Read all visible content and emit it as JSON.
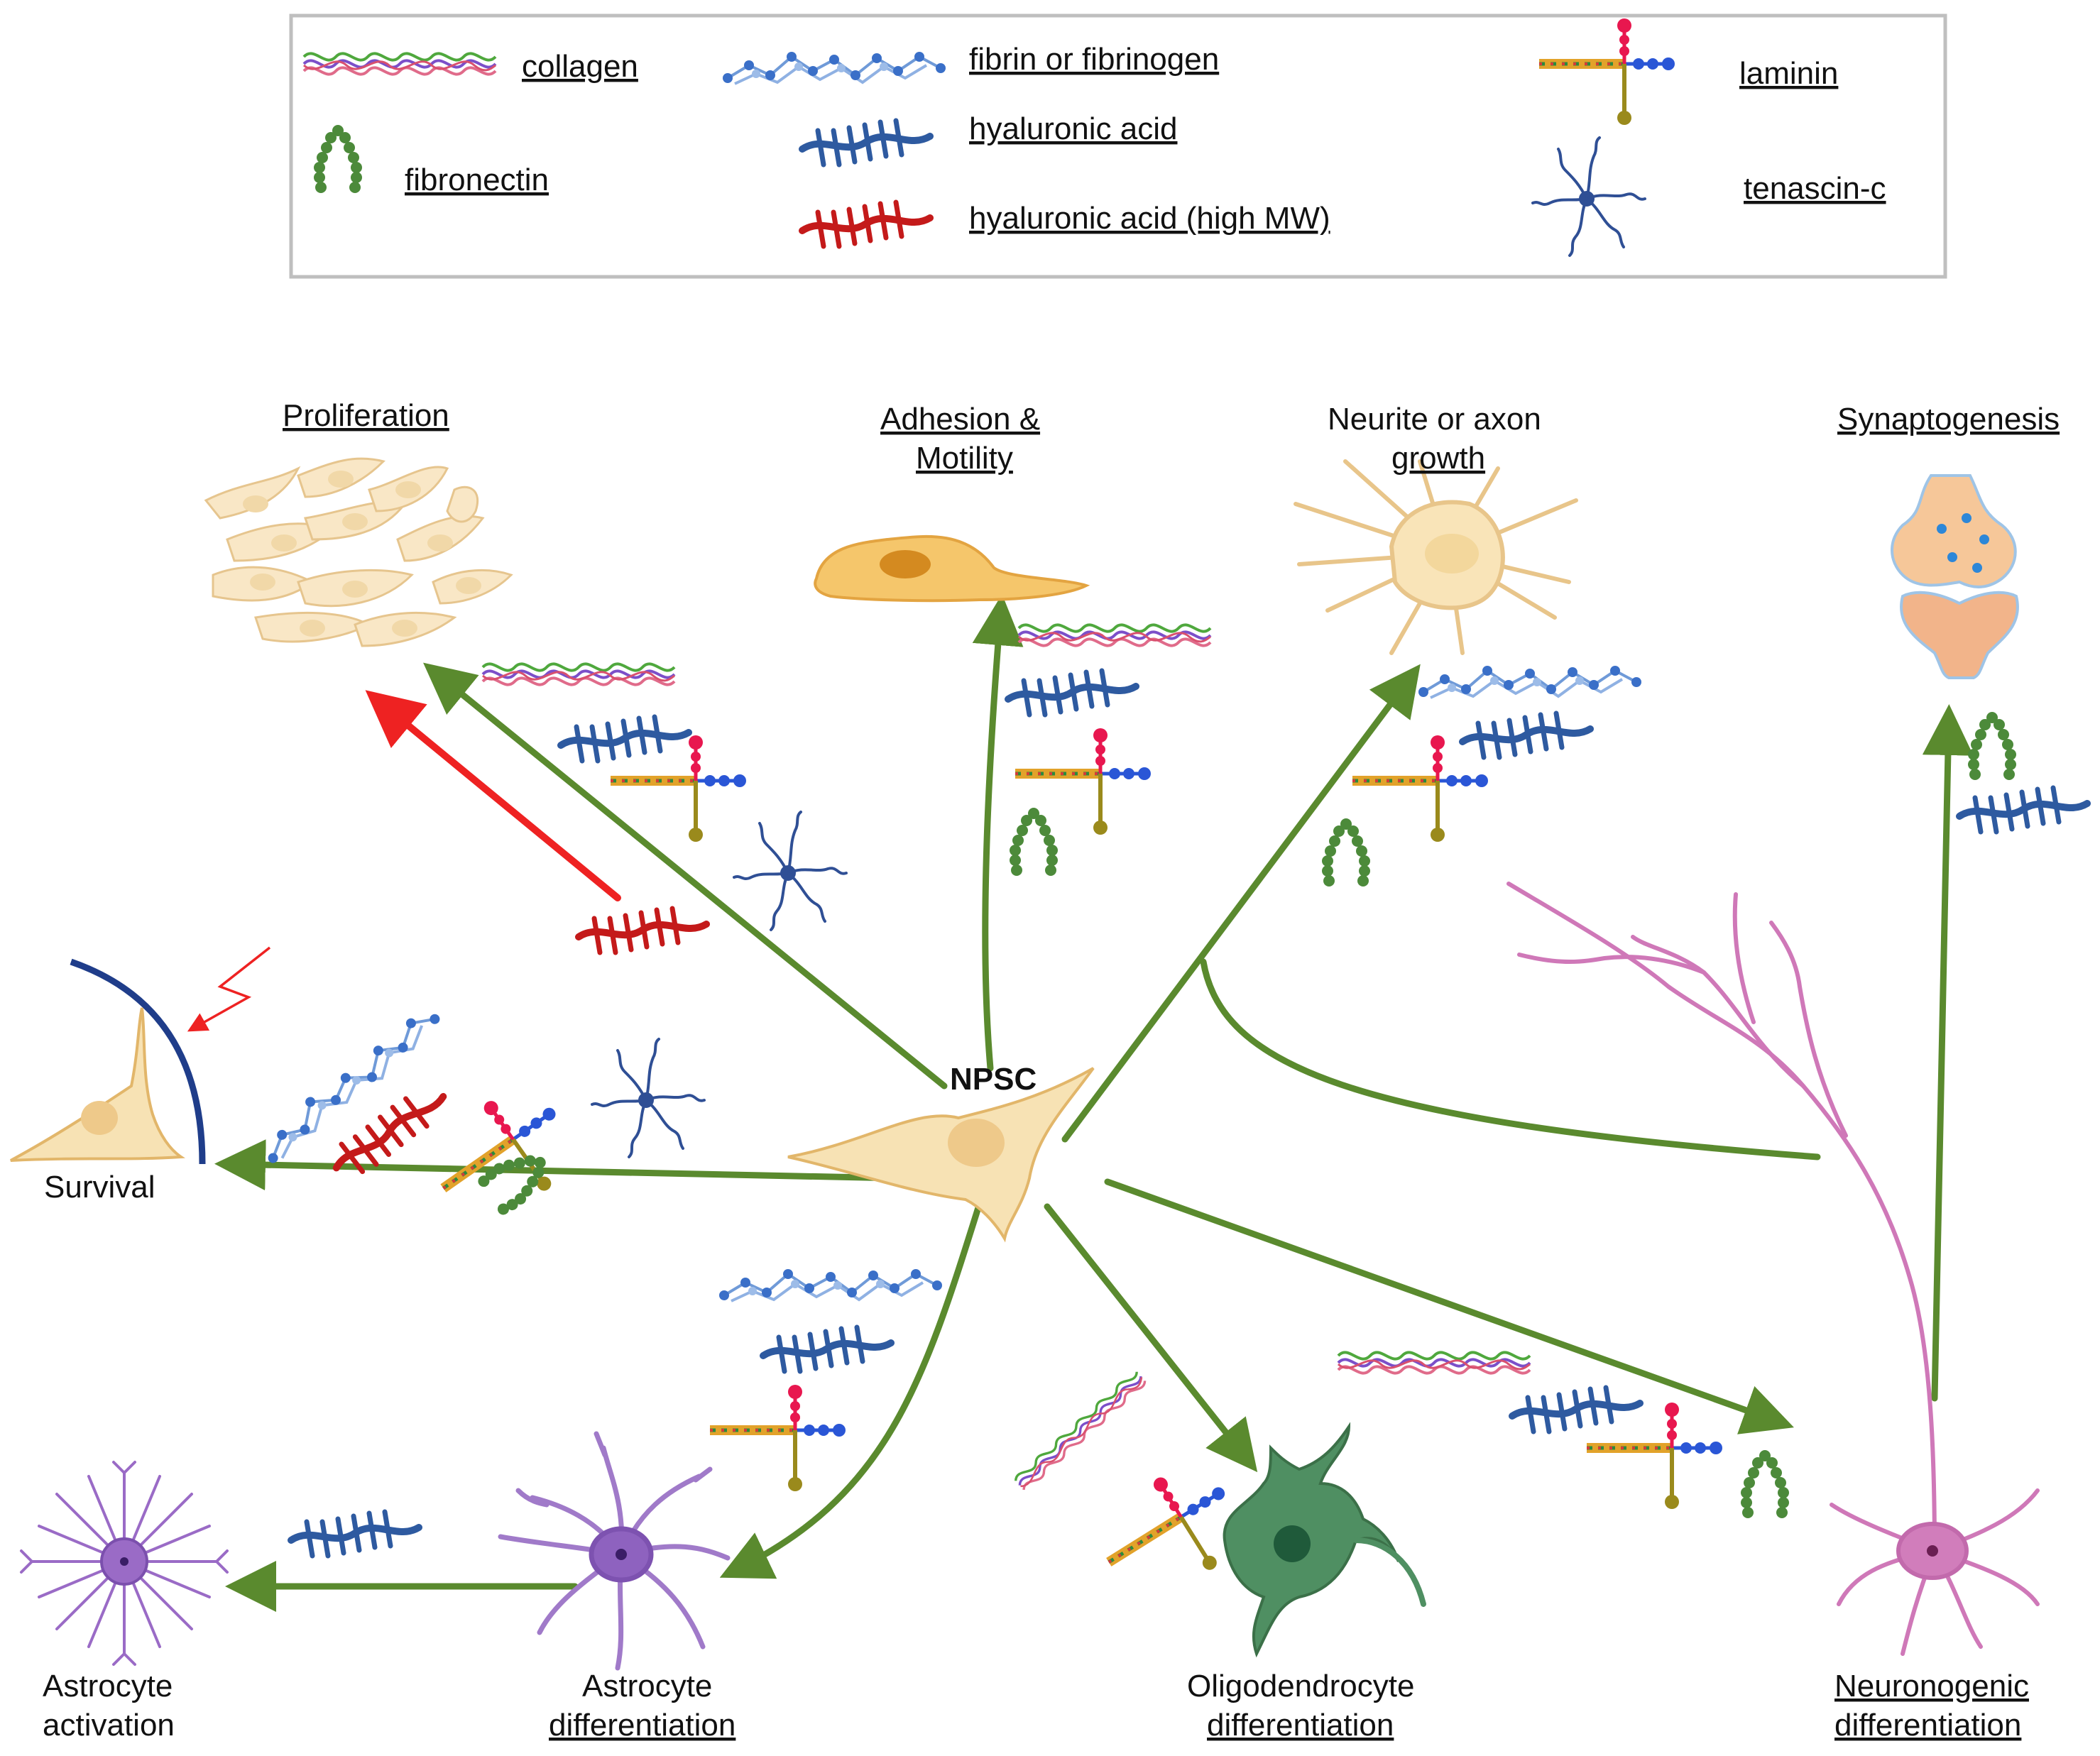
{
  "legend": {
    "items": [
      {
        "label": "collagen",
        "icon": "collagen-icon"
      },
      {
        "label": "fibrin or fibrinogen",
        "icon": "fibrin-icon"
      },
      {
        "label": "laminin",
        "icon": "laminin-icon"
      },
      {
        "label": "fibronectin",
        "icon": "fibronectin-icon"
      },
      {
        "label": "hyaluronic acid",
        "icon": "hyaluronic-acid-icon"
      },
      {
        "label": "hyaluronic acid (high MW)",
        "icon": "hyaluronic-acid-high-mw-icon"
      },
      {
        "label": "tenascin-c",
        "icon": "tenascin-c-icon"
      }
    ]
  },
  "center": {
    "label": "NPSC"
  },
  "outcomes": {
    "proliferation": {
      "label": "Proliferation"
    },
    "adhesion_line1": {
      "label": "Adhesion &"
    },
    "adhesion_line2": {
      "label": "Motility"
    },
    "neurite_line1": {
      "label": "Neurite or axon"
    },
    "neurite_line2": {
      "label": "growth"
    },
    "synaptogenesis": {
      "label": "Synaptogenesis"
    },
    "survival": {
      "label": "Survival"
    },
    "astro_act_line1": {
      "label": "Astrocyte"
    },
    "astro_act_line2": {
      "label": "activation"
    },
    "astro_diff_line1": {
      "label": "Astrocyte"
    },
    "astro_diff_line2": {
      "label": "differentiation"
    },
    "oligo_line1": {
      "label": "Oligodendrocyte"
    },
    "oligo_line2": {
      "label": "differentiation"
    },
    "neuro_line1": {
      "label": "Neuronogenic"
    },
    "neuro_line2": {
      "label": "differentiation"
    }
  },
  "colors": {
    "arrow_green": "#5a8a2e",
    "arrow_red": "#ee2222",
    "collagen": [
      "#4fa83d",
      "#7b4fc9",
      "#e06b8a"
    ],
    "fibrin": "#6f9ad8",
    "hyaluronic_acid": "#2e5aa0",
    "hyaluronic_acid_high_mw": "#c41a1a",
    "laminin": "#e8174f",
    "fibronectin": "#4c8a3a",
    "tenascin": "#2f4f95",
    "cell_fill": "#f7e2b4",
    "astrocyte": "#9a6bc6",
    "oligodendrocyte": "#4f8f62",
    "neuron": "#cf78b8"
  }
}
